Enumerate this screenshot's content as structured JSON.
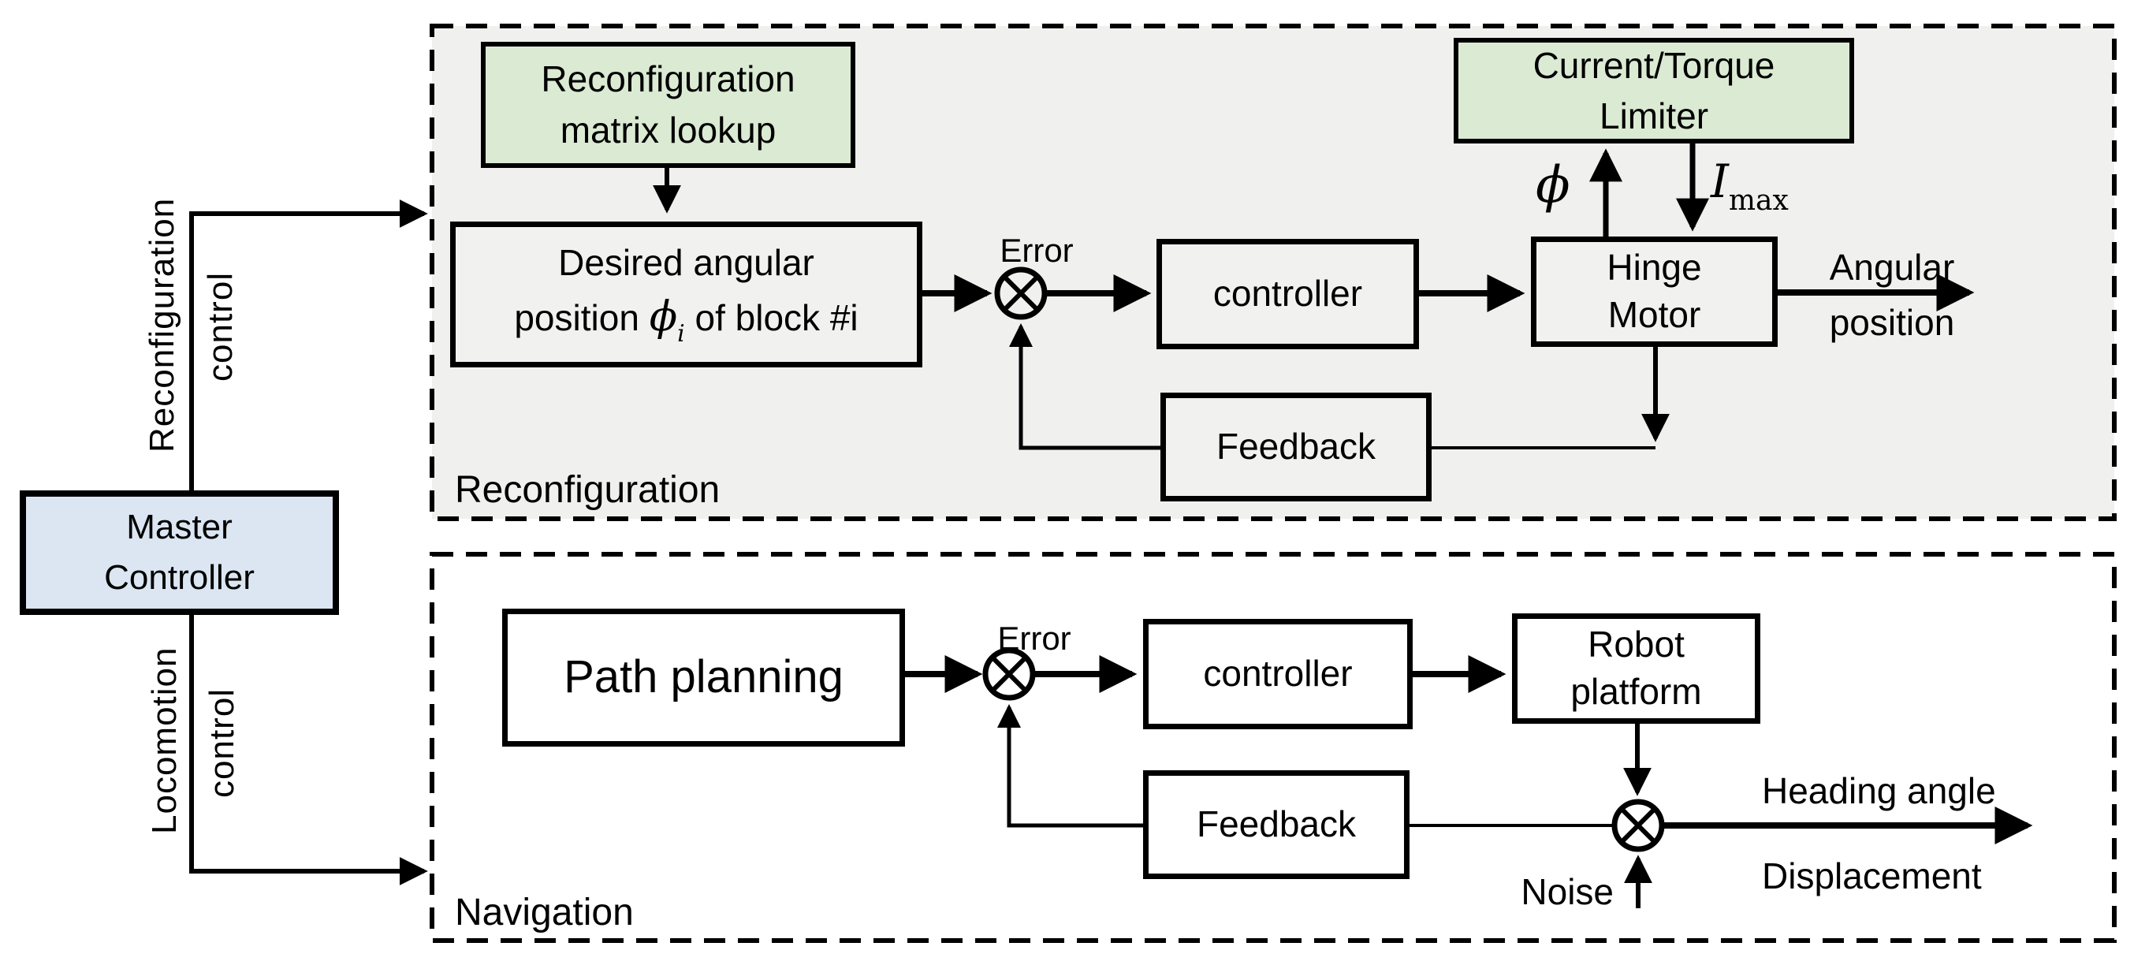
{
  "sections": {
    "reconfiguration": {
      "label": "Reconfiguration"
    },
    "navigation": {
      "label": "Navigation"
    }
  },
  "master_controller": {
    "line1": "Master",
    "line2": "Controller"
  },
  "control_links": {
    "reconfiguration": {
      "word1": "Reconfiguration",
      "word2": "control"
    },
    "locomotion": {
      "word1": "Locomotion",
      "word2": "control"
    }
  },
  "reconfiguration_loop": {
    "matrix_lookup": {
      "line1": "Reconfiguration",
      "line2": "matrix lookup"
    },
    "desired_position": {
      "line1": "Desired angular",
      "line2_prefix": "position ",
      "phi": "ϕ",
      "phi_subscript": "i",
      "line2_suffix": " of block #i"
    },
    "error_label": "Error",
    "controller": "controller",
    "hinge_motor": {
      "line1": "Hinge",
      "line2": "Motor"
    },
    "limiter": {
      "line1": "Current/Torque",
      "line2": "Limiter"
    },
    "phi_label": "ϕ",
    "imax_label": {
      "base": "I",
      "subscript": "max"
    },
    "output": {
      "line1": "Angular",
      "line2": "position"
    },
    "feedback": "Feedback"
  },
  "navigation_loop": {
    "path_planning": "Path planning",
    "error_label": "Error",
    "controller": "controller",
    "robot_platform": {
      "line1": "Robot",
      "line2": "platform"
    },
    "feedback": "Feedback",
    "noise_label": "Noise",
    "output": {
      "line1": "Heading angle",
      "line2": "Displacement"
    }
  },
  "colors": {
    "section_bg": "#f0f0ef",
    "box_green": "#dbead3",
    "box_blue": "#dbe6f2",
    "line_black": "#000000"
  }
}
